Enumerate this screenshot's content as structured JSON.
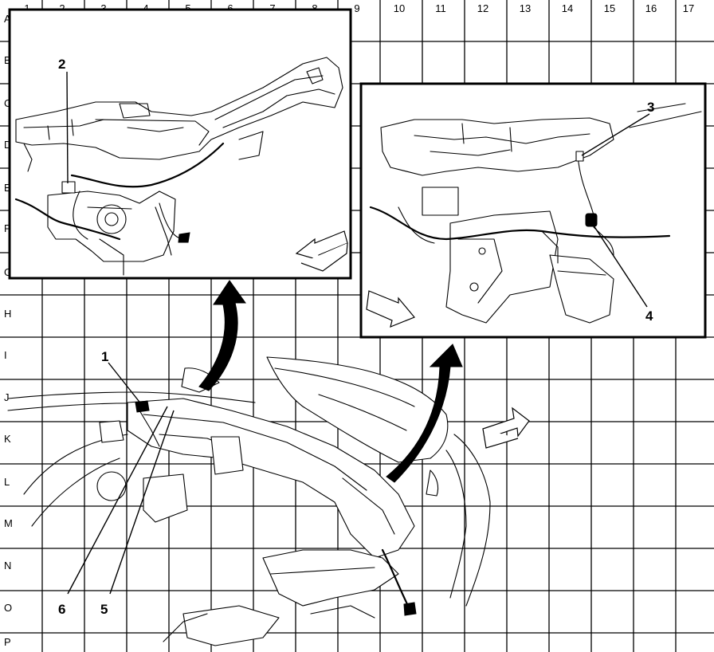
{
  "grid": {
    "columns": [
      "1",
      "2",
      "3",
      "4",
      "5",
      "6",
      "7",
      "8",
      "9",
      "10",
      "11",
      "12",
      "13",
      "14",
      "15",
      "16",
      "17"
    ],
    "rows": [
      "A",
      "B",
      "C",
      "D",
      "E",
      "F",
      "G",
      "H",
      "I",
      "J",
      "K",
      "L",
      "M",
      "N",
      "O",
      "P"
    ]
  },
  "callouts": [
    "1",
    "2",
    "3",
    "4",
    "5",
    "6"
  ],
  "icons": {
    "curved_arrow_1": "curved-arrow-icon",
    "curved_arrow_2": "curved-arrow-icon",
    "direction_arrow_top_left": "direction-arrow-icon",
    "direction_arrow_top_right": "direction-arrow-icon",
    "direction_arrow_main": "direction-arrow-icon"
  }
}
